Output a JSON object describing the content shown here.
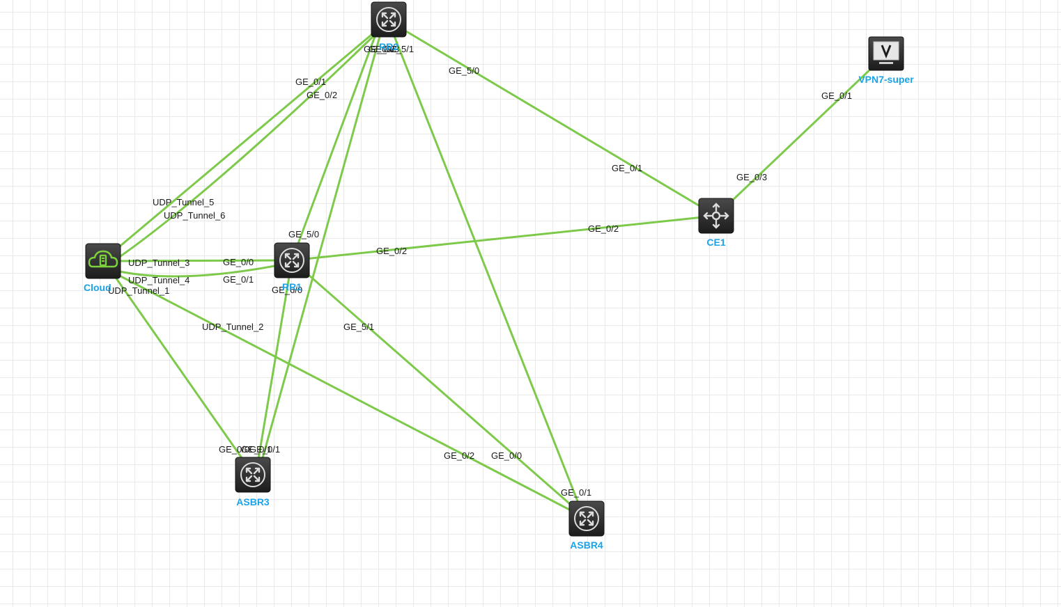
{
  "colors": {
    "link": "#7dc94a",
    "node_label": "#1aa3e8",
    "node_body": "#2a2a2a",
    "cloud_icon": "#7dd33c",
    "grid": "#e9e9e9"
  },
  "nodes": [
    {
      "id": "RR2",
      "label": "RR2",
      "kind": "router",
      "icon": "router-icon"
    },
    {
      "id": "RR1",
      "label": "RR1",
      "kind": "router",
      "icon": "router-icon"
    },
    {
      "id": "CE1",
      "label": "CE1",
      "kind": "switch",
      "icon": "switch-icon"
    },
    {
      "id": "VPN7",
      "label": "VPN7-super",
      "kind": "pc",
      "icon": "monitor-icon"
    },
    {
      "id": "Cloud",
      "label": "Cloud",
      "kind": "cloud",
      "icon": "cloud-icon"
    },
    {
      "id": "ASBR3",
      "label": "ASBR3",
      "kind": "router",
      "icon": "router-icon"
    },
    {
      "id": "ASBR4",
      "label": "ASBR4",
      "kind": "router",
      "icon": "router-icon"
    }
  ],
  "links": [
    {
      "a": "RR2",
      "b": "CE1",
      "a_port": "GE_5/0",
      "b_port": "GE_0/1"
    },
    {
      "a": "CE1",
      "b": "VPN7",
      "a_port": "GE_0/3",
      "b_port": "GE_0/1"
    },
    {
      "a": "RR1",
      "b": "CE1",
      "a_port": "GE_0/2",
      "b_port": "GE_0/2"
    },
    {
      "a": "Cloud",
      "b": "RR2",
      "a_port": "UDP_Tunnel_5",
      "b_port": "GE_0/1"
    },
    {
      "a": "Cloud",
      "b": "RR2",
      "a_port": "UDP_Tunnel_6",
      "b_port": "GE_0/2"
    },
    {
      "a": "Cloud",
      "b": "RR1",
      "a_port": "UDP_Tunnel_3",
      "b_port": "GE_0/0"
    },
    {
      "a": "Cloud",
      "b": "RR1",
      "a_port": "UDP_Tunnel_4",
      "b_port": "GE_0/1"
    },
    {
      "a": "Cloud",
      "b": "ASBR3",
      "a_port": "UDP_Tunnel_1",
      "b_port": "GE_0/0"
    },
    {
      "a": "Cloud",
      "b": "ASBR4",
      "a_port": "UDP_Tunnel_2",
      "b_port": "GE_0/2"
    },
    {
      "a": "RR1",
      "b": "RR2",
      "a_port": "GE_5/0",
      "b_port": "GE_0/0"
    },
    {
      "a": "RR1",
      "b": "ASBR3",
      "a_port": "GE_6/0",
      "b_port": "GE_0/1"
    },
    {
      "a": "RR1",
      "b": "ASBR4",
      "a_port": "GE_5/1",
      "b_port": "GE_0/0"
    },
    {
      "a": "RR2",
      "b": "ASBR3",
      "a_port": "GE_0/3",
      "b_port": "GE_0/1"
    },
    {
      "a": "RR2",
      "b": "ASBR4",
      "a_port": "GE_5/1",
      "b_port": "GE_0/1"
    }
  ]
}
